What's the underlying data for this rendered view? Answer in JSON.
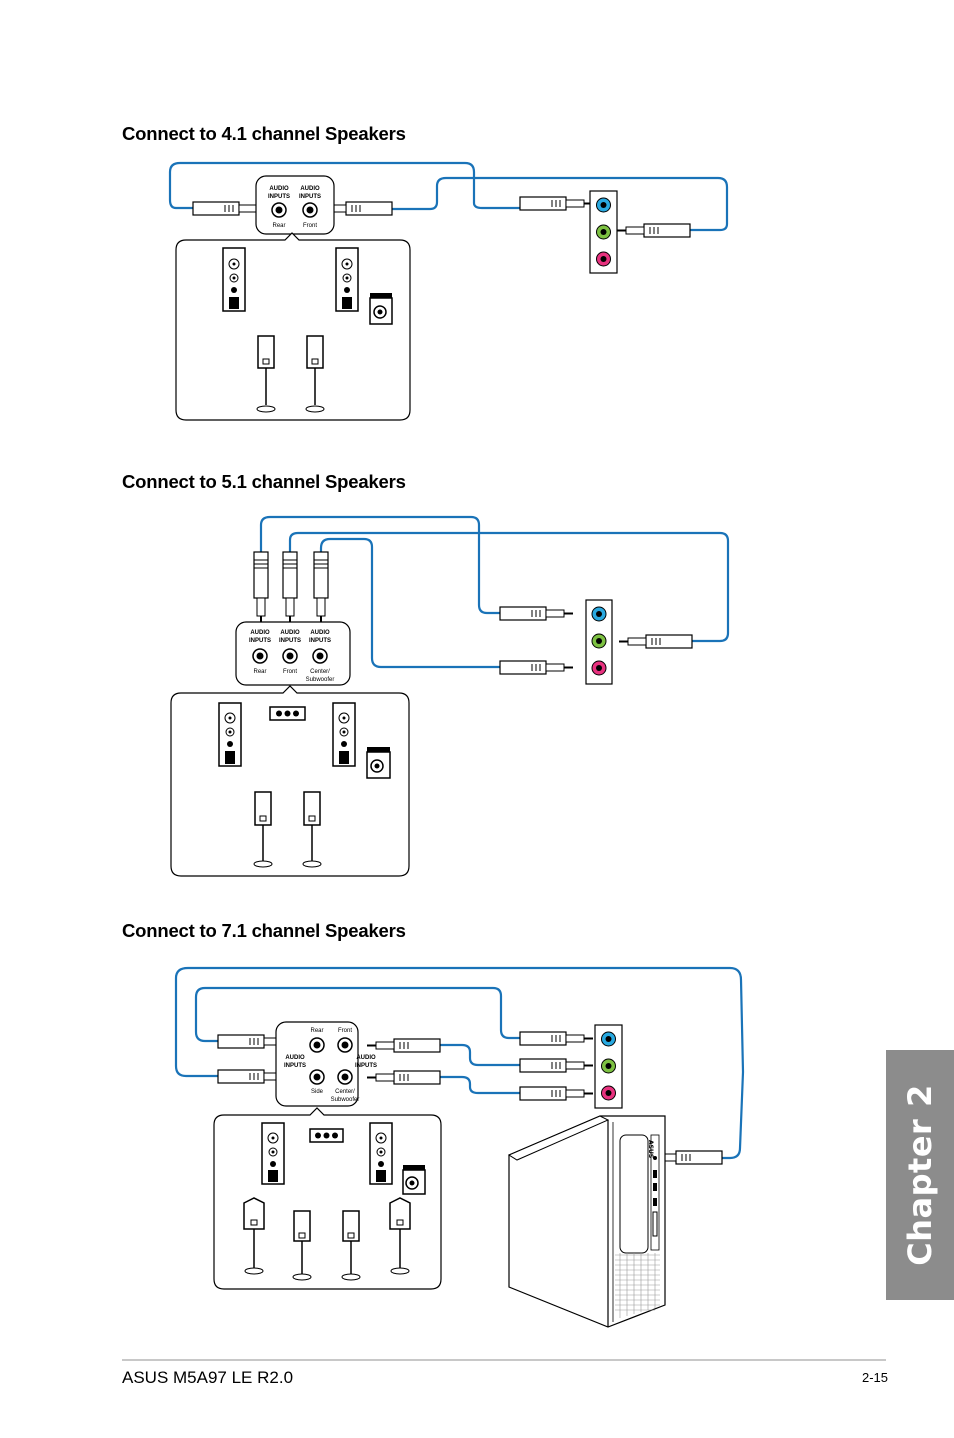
{
  "sections": [
    {
      "heading": "Connect to 4.1 channel Speakers"
    },
    {
      "heading": "Connect to 5.1 channel Speakers"
    },
    {
      "heading": "Connect to 7.1 channel Speakers"
    }
  ],
  "labels": {
    "audio": "AUDIO",
    "inputs": "INPUTS",
    "rear": "Rear",
    "front": "Front",
    "side": "Side",
    "center": "Center/",
    "subwoofer": "Subwoofer"
  },
  "colors": {
    "cable": "#1a73b8",
    "jack_blue": "#29a9e0",
    "jack_green": "#7dc142",
    "jack_pink": "#e8327f",
    "chapter_tab": "#8c8c8c"
  },
  "chapter_tab": {
    "label": "Chapter 2"
  },
  "footer": {
    "product": "ASUS M5A97 LE R2.0",
    "page": "2-15"
  }
}
